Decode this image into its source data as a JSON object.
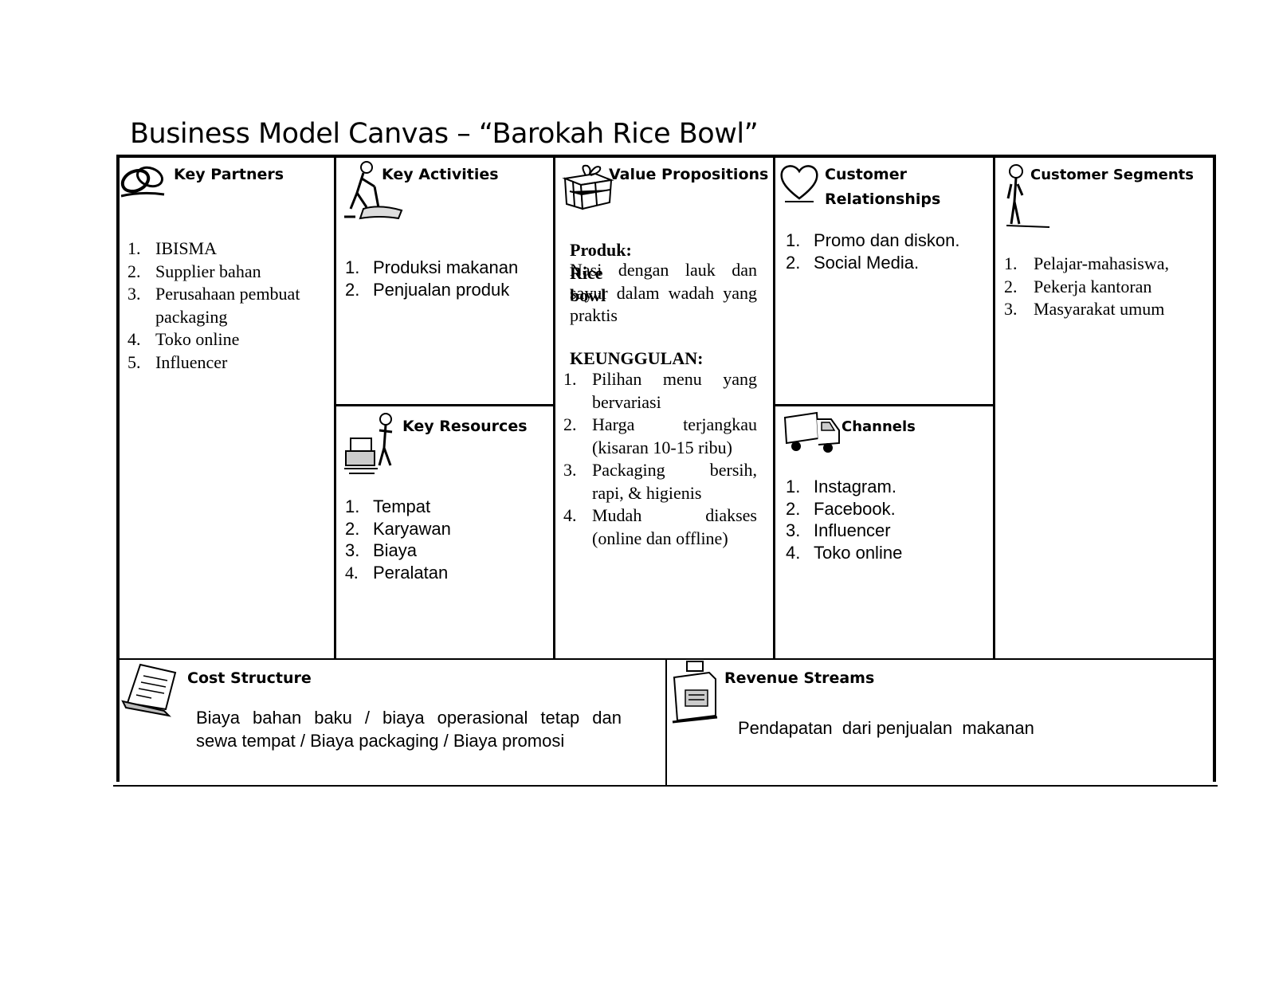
{
  "title": "Business Model Canvas – “Barokah Rice Bowl”",
  "key_partners": {
    "heading": "Key Partners",
    "icon": "chain-links-icon",
    "items": [
      {
        "num": "1.",
        "text": "IBISMA"
      },
      {
        "num": "2.",
        "text": "Supplier  bahan"
      },
      {
        "num": "3.",
        "text": "Perusahaan  pembuat"
      },
      {
        "num": "",
        "text": "packaging"
      },
      {
        "num": "4.",
        "text": "Toko online"
      },
      {
        "num": "5.",
        "text": "Influencer"
      }
    ]
  },
  "key_activities": {
    "heading": "Key Activities",
    "icon": "worker-digging-icon",
    "items": [
      {
        "num": "1.",
        "text": "Produksi makanan"
      },
      {
        "num": "2.",
        "text": "Penjualan produk"
      }
    ]
  },
  "key_resources": {
    "heading": "Key Resources",
    "icon": "person-with-boxes-icon",
    "items": [
      {
        "num": "1.",
        "text": "Tempat"
      },
      {
        "num": "2.",
        "text": "Karyawan"
      },
      {
        "num": "3.",
        "text": "Biaya"
      },
      {
        "num": "4.",
        "text": "Peralatan"
      }
    ]
  },
  "value_propositions": {
    "heading": "Value Propositions",
    "icon": "gift-box-icon",
    "product_title": "Produk: Rice bowl",
    "product_lines": [
      "Nasi  dengan  lauk  dan",
      "sayur dalam wadah yang",
      "praktis"
    ],
    "advantages_title": "KEUNGGULAN:",
    "items": [
      {
        "num": "1.",
        "text": "Pilihan    menu    yang"
      },
      {
        "num": "",
        "text": "bervariasi"
      },
      {
        "num": "2.",
        "text": "Harga        terjangkau"
      },
      {
        "num": "",
        "text": "(kisaran 10-15 ribu)"
      },
      {
        "num": "3.",
        "text": "Packaging        bersih,"
      },
      {
        "num": "",
        "text": "rapi, & higienis"
      },
      {
        "num": "4.",
        "text": "Mudah               diakses"
      },
      {
        "num": "",
        "text": "(online  dan offline)"
      }
    ]
  },
  "customer_relationships": {
    "heading_line1": "Customer",
    "heading_line2": "Relationships",
    "icon": "heart-icon",
    "items": [
      {
        "num": "1.",
        "text": "Promo dan diskon."
      },
      {
        "num": "2.",
        "text": "Social Media."
      }
    ]
  },
  "channels": {
    "heading": "Channels",
    "icon": "delivery-truck-icon",
    "items": [
      {
        "num": "1.",
        "text": "Instagram."
      },
      {
        "num": "2.",
        "text": "Facebook."
      },
      {
        "num": "3.",
        "text": "Influencer"
      },
      {
        "num": "4.",
        "text": "Toko online"
      }
    ]
  },
  "customer_segments": {
    "heading": "Customer  Segments",
    "icon": "standing-person-icon",
    "items": [
      {
        "num": "1.",
        "text": "Pelajar-mahasiswa,"
      },
      {
        "num": "2.",
        "text": "Pekerja kantoran"
      },
      {
        "num": "3.",
        "text": "Masyarakat umum"
      }
    ]
  },
  "cost_structure": {
    "heading": "Cost Structure",
    "icon": "receipt-paper-icon",
    "line1": "Biaya  bahan  baku  /  biaya  operasional  tetap  dan",
    "line2": "sewa tempat / Biaya packaging  / Biaya promosi"
  },
  "revenue_streams": {
    "heading": "Revenue Streams",
    "icon": "cash-register-icon",
    "text": "Pendapatan  dari penjualan  makanan"
  }
}
